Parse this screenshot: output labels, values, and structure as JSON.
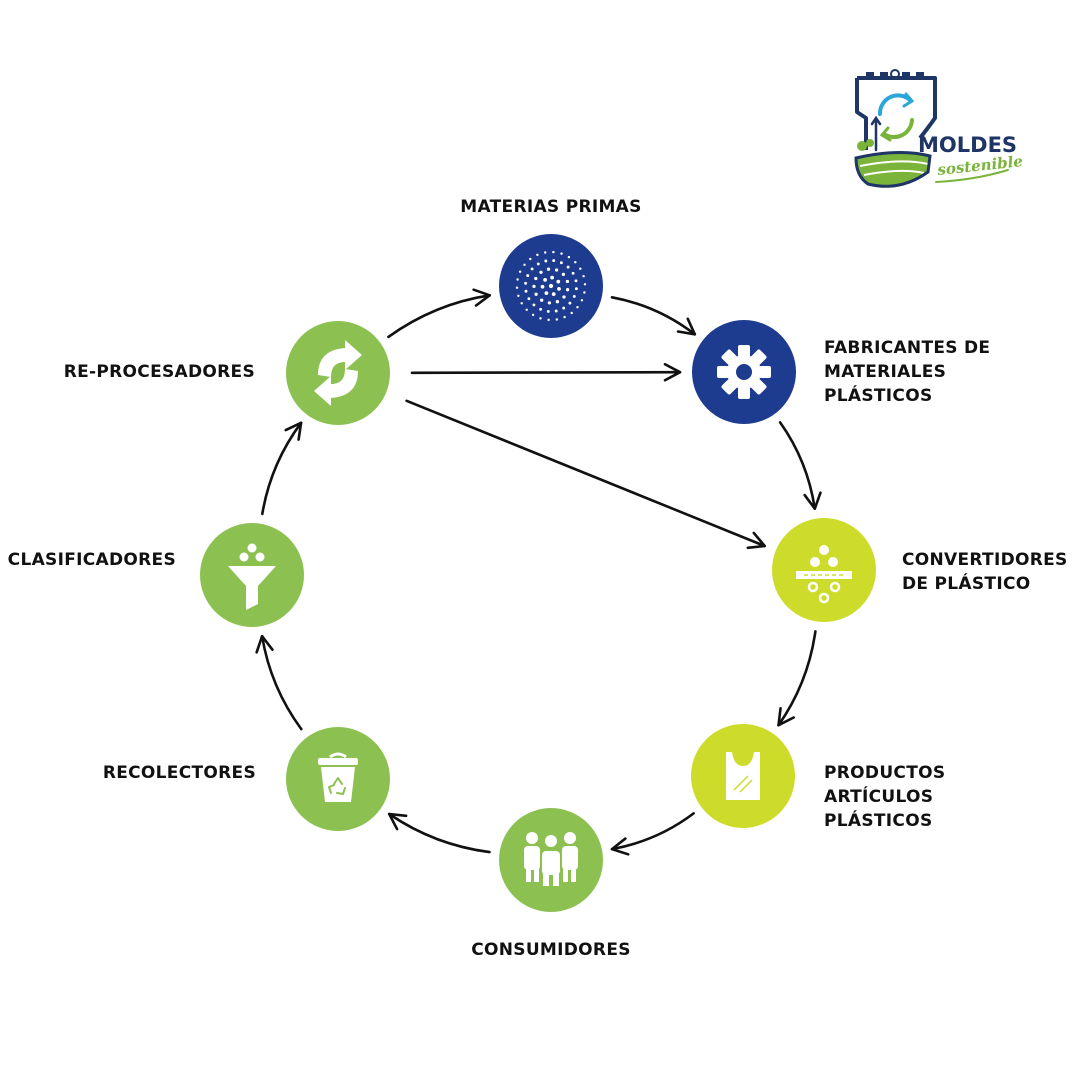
{
  "logo": {
    "word": "MOLDES",
    "sub": "sostenible"
  },
  "colors": {
    "navy": "#1d3b8f",
    "green": "#8cc152",
    "lime": "#cddc2a",
    "ink": "#111111",
    "logo_navy": "#1e3566",
    "logo_green": "#7ab43a",
    "logo_blue": "#2aa7d8"
  },
  "nodes": [
    {
      "id": "materias-primas",
      "label": [
        "MATERIAS PRIMAS"
      ],
      "color": "#1d3b8f",
      "icon": "dots-icon"
    },
    {
      "id": "fabricantes",
      "label": [
        "FABRICANTES DE",
        "MATERIALES",
        "PLÁSTICOS"
      ],
      "color": "#1d3b8f",
      "icon": "gear-icon"
    },
    {
      "id": "convertidores",
      "label": [
        "CONVERTIDORES",
        "DE PLÁSTICO"
      ],
      "color": "#cddc2a",
      "icon": "pellets-icon"
    },
    {
      "id": "productos",
      "label": [
        "PRODUCTOS",
        "ARTÍCULOS",
        "PLÁSTICOS"
      ],
      "color": "#cddc2a",
      "icon": "bag-icon"
    },
    {
      "id": "consumidores",
      "label": [
        "CONSUMIDORES"
      ],
      "color": "#8cc152",
      "icon": "people-icon"
    },
    {
      "id": "recolectores",
      "label": [
        "RECOLECTORES"
      ],
      "color": "#8cc152",
      "icon": "recycle-bin-icon"
    },
    {
      "id": "clasificadores",
      "label": [
        "CLASIFICADORES"
      ],
      "color": "#8cc152",
      "icon": "funnel-icon"
    },
    {
      "id": "re-procesadores",
      "label": [
        "RE-PROCESADORES"
      ],
      "color": "#8cc152",
      "icon": "recycle-arrows-icon"
    }
  ],
  "edges": [
    {
      "from": "materias-primas",
      "to": "fabricantes"
    },
    {
      "from": "fabricantes",
      "to": "convertidores"
    },
    {
      "from": "convertidores",
      "to": "productos"
    },
    {
      "from": "productos",
      "to": "consumidores"
    },
    {
      "from": "consumidores",
      "to": "recolectores"
    },
    {
      "from": "recolectores",
      "to": "clasificadores"
    },
    {
      "from": "clasificadores",
      "to": "re-procesadores"
    },
    {
      "from": "re-procesadores",
      "to": "materias-primas"
    },
    {
      "from": "re-procesadores",
      "to": "fabricantes"
    },
    {
      "from": "re-procesadores",
      "to": "convertidores"
    }
  ]
}
